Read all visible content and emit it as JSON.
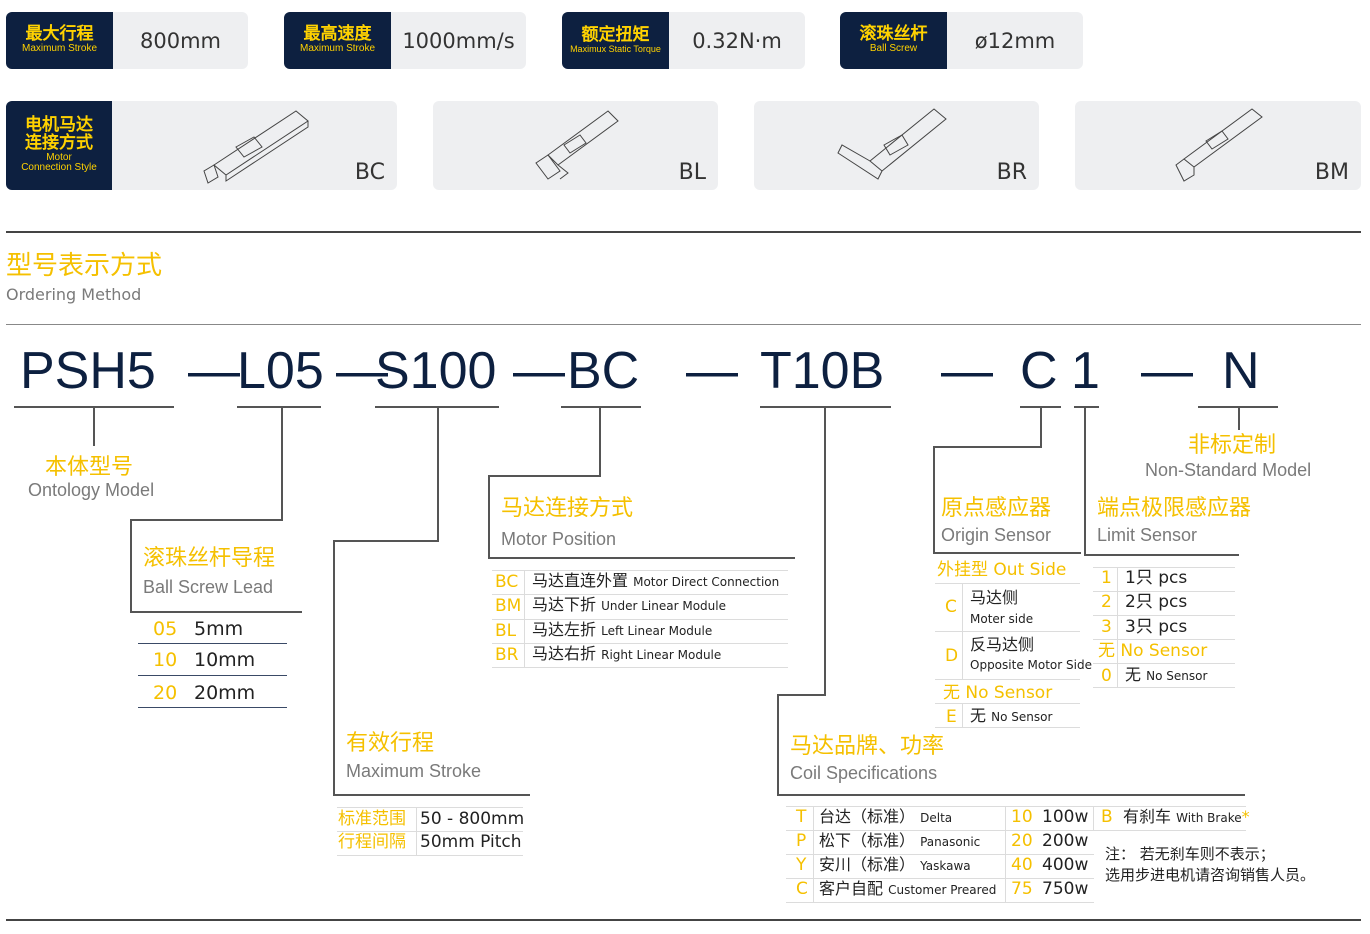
{
  "specs": [
    {
      "cn": "最大行程",
      "en": "Maximum Stroke",
      "value": "800mm"
    },
    {
      "cn": "最高速度",
      "en": "Maximum Stroke",
      "value": "1000mm/s"
    },
    {
      "cn": "额定扭矩",
      "en": "Maximux Static Torque",
      "value": "0.32N·m"
    },
    {
      "cn": "滚珠丝杆",
      "en": "Ball Screw",
      "value": "ø12mm"
    }
  ],
  "motor_connection": {
    "cn1": "电机马达",
    "cn2": "连接方式",
    "en1": "Motor",
    "en2": "Connection Style",
    "styles": [
      "BC",
      "BL",
      "BR",
      "BM"
    ]
  },
  "ordering": {
    "title": "型号表示方式",
    "subtitle": "Ordering Method"
  },
  "model_code": {
    "parts": [
      "PSH5",
      "L05",
      "S100",
      "BC",
      "T10B",
      "C",
      "1",
      "N"
    ],
    "dash": "—"
  },
  "ontology": {
    "cn": "本体型号",
    "en": "Ontology Model"
  },
  "lead": {
    "cn": "滚珠丝杆导程",
    "en": "Ball Screw Lead",
    "rows": [
      {
        "code": "05",
        "text": "5mm"
      },
      {
        "code": "10",
        "text": "10mm"
      },
      {
        "code": "20",
        "text": "20mm"
      }
    ]
  },
  "stroke": {
    "cn": "有效行程",
    "en": "Maximum Stroke",
    "rows": [
      {
        "label": "标准范围",
        "value": "50 - 800mm"
      },
      {
        "label": "行程间隔",
        "value": "50mm Pitch"
      }
    ]
  },
  "motor_position": {
    "cn": "马达连接方式",
    "en": "Motor Position",
    "rows": [
      {
        "code": "BC",
        "cn": "马达直连外置",
        "en": "Motor Direct Connection"
      },
      {
        "code": "BM",
        "cn": "马达下折",
        "en": "Under Linear Module"
      },
      {
        "code": "BL",
        "cn": "马达左折",
        "en": "Left Linear Module"
      },
      {
        "code": "BR",
        "cn": "马达右折",
        "en": "Right Linear Module"
      }
    ]
  },
  "coil": {
    "cn": "马达品牌、功率",
    "en": "Coil Specifications",
    "brands": [
      {
        "code": "T",
        "cn": "台达（标准）",
        "en": "Delta"
      },
      {
        "code": "P",
        "cn": "松下（标准）",
        "en": "Panasonic"
      },
      {
        "code": "Y",
        "cn": "安川（标准）",
        "en": "Yaskawa"
      },
      {
        "code": "C",
        "cn": "客户自配",
        "en": "Customer Preared"
      }
    ],
    "powers": [
      {
        "code": "10",
        "text": "100w"
      },
      {
        "code": "20",
        "text": "200w"
      },
      {
        "code": "40",
        "text": "400w"
      },
      {
        "code": "75",
        "text": "750w"
      }
    ],
    "brake": {
      "code": "B",
      "cn": "有刹车",
      "en": "With Brake",
      "mark": "*"
    },
    "note1": "注：  若无刹车则不表示；",
    "note2": "选用步进电机请咨询销售人员。"
  },
  "origin": {
    "cn": "原点感应器",
    "en": "Origin Sensor",
    "outside": "外挂型 Out Side",
    "rows": [
      {
        "code": "C",
        "cn": "马达侧",
        "en": "Moter side"
      },
      {
        "code": "D",
        "cn": "反马达侧",
        "en": "Opposite Motor Side"
      }
    ],
    "none_header": "无 No Sensor",
    "none": {
      "code": "E",
      "cn": "无",
      "en": "No Sensor"
    }
  },
  "limit": {
    "cn": "端点极限感应器",
    "en": "Limit Sensor",
    "rows": [
      {
        "code": "1",
        "text": "1只 pcs"
      },
      {
        "code": "2",
        "text": "2只 pcs"
      },
      {
        "code": "3",
        "text": "3只 pcs"
      }
    ],
    "none_header": "无 No Sensor",
    "none": {
      "code": "0",
      "cn": "无",
      "en": "No Sensor"
    }
  },
  "nonstandard": {
    "cn": "非标定制",
    "en": "Non-Standard Model"
  }
}
